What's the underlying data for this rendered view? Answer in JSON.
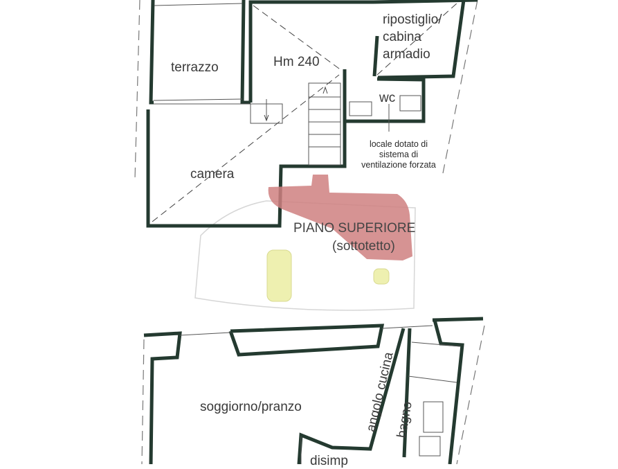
{
  "plan": {
    "type": "floor plan",
    "upper_floor": {
      "rooms": {
        "terrazzo": "terrazzo",
        "hm": "Hm 240",
        "ripostiglio_1": "ripostiglio/",
        "ripostiglio_2": "cabina",
        "ripostiglio_3": "armadio",
        "wc": "wc",
        "camera": "camera"
      },
      "note_1": "locale dotato di",
      "note_2": "sistema di",
      "note_3": "ventilazione forzata"
    },
    "overlay": {
      "title": "PIANO SUPERIORE",
      "subtitle": "(sottotetto)",
      "colors": {
        "red_shape": "#cf8080",
        "yellow_shape": "#eef0b0",
        "outline": "#d6d6d6"
      }
    },
    "lower_floor": {
      "rooms": {
        "soggiorno": "soggiorno/pranzo",
        "cucina": "angolo cucina",
        "bagno": "bagno",
        "disimp": "disimp"
      }
    },
    "colors": {
      "wall": "#243a30",
      "thin_line": "#555555"
    }
  }
}
